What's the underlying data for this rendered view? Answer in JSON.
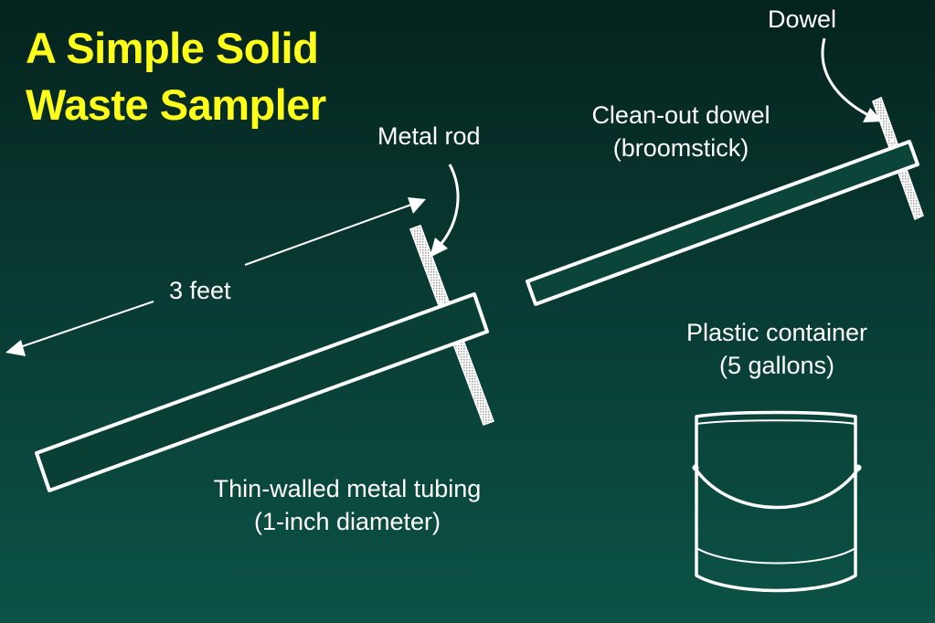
{
  "slide": {
    "title_line1": "A Simple Solid",
    "title_line2": "Waste Sampler"
  },
  "labels": {
    "metal_rod": "Metal rod",
    "three_feet": "3 feet",
    "tubing_line1": "Thin-walled metal tubing",
    "tubing_line2": "(1-inch diameter)",
    "dowel": "Dowel",
    "cleanout_line1": "Clean-out dowel",
    "cleanout_line2": "(broomstick)",
    "container_line1": "Plastic container",
    "container_line2": "(5 gallons)"
  },
  "colors": {
    "title": "#ffff1a",
    "label": "#ffffff",
    "line": "#ffffff",
    "rod_fill": "#bdbdbd"
  }
}
